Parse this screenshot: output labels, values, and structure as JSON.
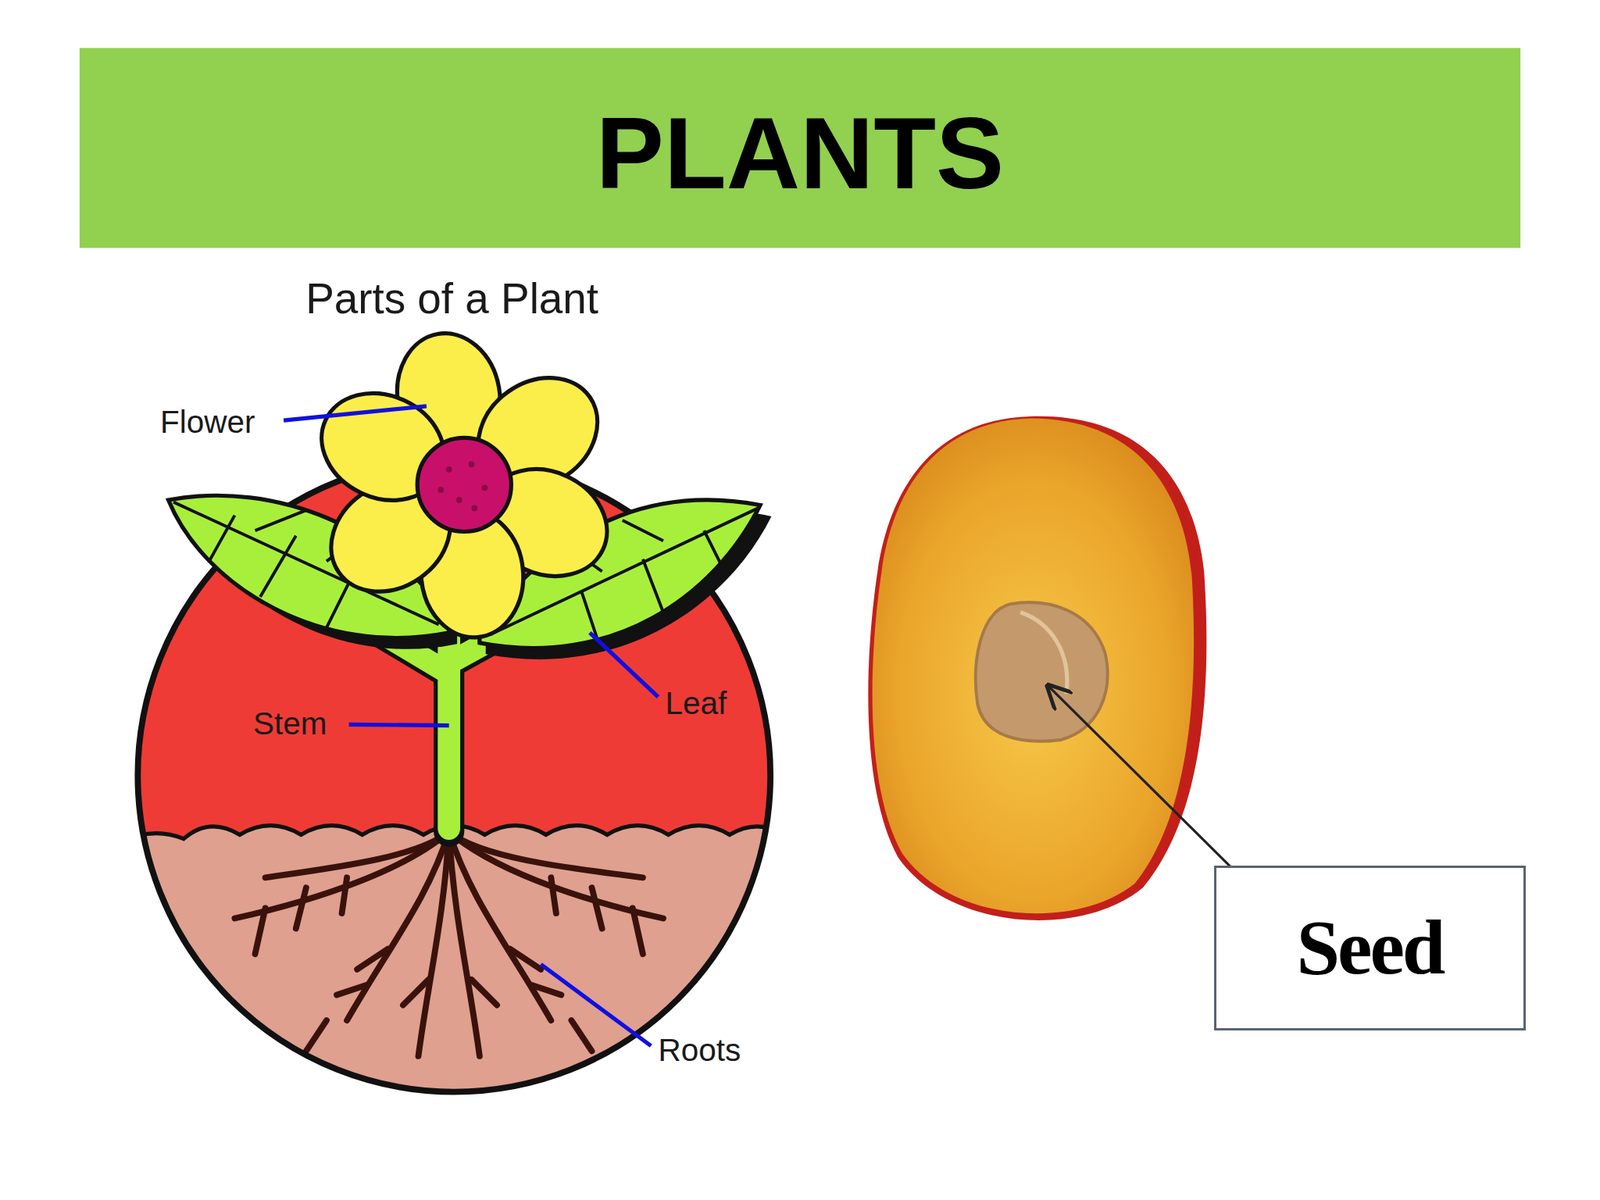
{
  "diagram": {
    "title": "PLANTS",
    "nodes": [
      {
        "text": [
          "Seed"
        ]
      }
    ],
    "labels": [
      "Parts of a Plant",
      "Flower",
      "Stem",
      "Leaf",
      "Roots"
    ]
  }
}
